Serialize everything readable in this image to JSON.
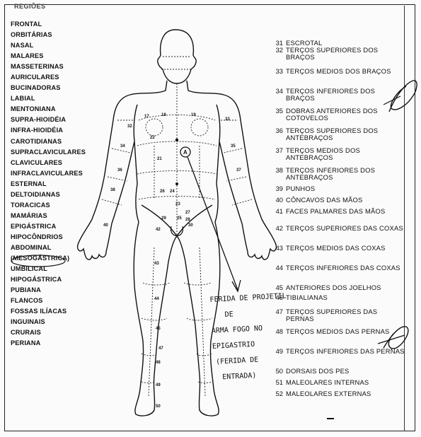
{
  "left_header": "REGIÕES",
  "left_regions": [
    "FRONTAL",
    "ORBITÁRIAS",
    "NASAL",
    "MALARES",
    "MASSETERINAS",
    "AURICULARES",
    "BUCINADORAS",
    "LABIAL",
    "MENTONIANA",
    "SUPRA-HIOIDÉIA",
    "INFRA-HIOIDÉIA",
    "CAROTIDIANAS",
    "SUPRACLAVICULARES",
    "CLAVICULARES",
    "INFRACLAVICULARES",
    "ESTERNAL",
    "DELTOIDIANAS",
    "TORACICAS",
    "MAMÁRIAS",
    "EPIGÁSTRICA",
    "HIPOCÔNDRIOS",
    "ABDOMINAL",
    "(MESOGÁSTRICA)",
    "UMBILICAL",
    "HIPOGÁSTRICA",
    "PUBIANA",
    "FLANCOS",
    "FOSSAS ILÍACAS",
    "INGUINAIS",
    "CRURAIS",
    "PERIANA"
  ],
  "right_regions": [
    {
      "num": "31",
      "text": "ESCROTAL"
    },
    {
      "num": "32",
      "text": "TERÇOS SUPERIORES DOS BRAÇOS"
    },
    {
      "num": "33",
      "text": "TERÇOS MEDIOS DOS BRAÇOS"
    },
    {
      "num": "34",
      "text": "TERÇOS INFERIORES DOS BRAÇOS"
    },
    {
      "num": "35",
      "text": "DOBRAS ANTERIORES DOS COTOVELOS"
    },
    {
      "num": "36",
      "text": "TERÇOS SUPERIORES DOS ANTEBRAÇOS"
    },
    {
      "num": "37",
      "text": "TERÇOS MEDIOS DOS ANTEBRAÇOS"
    },
    {
      "num": "38",
      "text": "TERÇOS INFERIORES DOS ANTEBRAÇOS"
    },
    {
      "num": "39",
      "text": "PUNHOS"
    },
    {
      "num": "40",
      "text": "CÔNCAVOS DAS MÃOS"
    },
    {
      "num": "41",
      "text": "FACES PALMARES DAS MÃOS"
    },
    {
      "num": "42",
      "text": "TERÇOS SUPERIORES DAS COXAS"
    },
    {
      "num": "43",
      "text": "TERÇOS MEDIOS DAS COXAS"
    },
    {
      "num": "44",
      "text": "TERÇOS INFERIORES DAS COXAS"
    },
    {
      "num": "45",
      "text": "ANTERIORES DOS JOELHOS"
    },
    {
      "num": "46",
      "text": "TIBIALIANAS"
    },
    {
      "num": "47",
      "text": "TERÇOS SUPERIORES DAS PERNAS"
    },
    {
      "num": "48",
      "text": "TERÇOS MEDIOS DAS PERNAS"
    },
    {
      "num": "49",
      "text": "TERÇOS INFERIORES DAS PERNAS"
    },
    {
      "num": "50",
      "text": "DORSAIS DOS PES"
    },
    {
      "num": "51",
      "text": "MALEOLARES INTERNAS"
    },
    {
      "num": "52",
      "text": "MALEOLARES EXTERNAS"
    }
  ],
  "handwritten_note": [
    "FERIDA DE PROJETIL",
    "DE",
    "ARMA FOGO NO",
    "EPIGASTRIO",
    "(FERIDA DE",
    "ENTRADA)"
  ],
  "wound_marker": "A",
  "body_numbers": [
    "17",
    "18",
    "19",
    "21",
    "22",
    "23",
    "24",
    "25",
    "26",
    "27",
    "28",
    "29",
    "30",
    "32",
    "33",
    "34",
    "35",
    "36",
    "37",
    "38",
    "40",
    "42",
    "43",
    "44",
    "45",
    "47",
    "48",
    "49",
    "50"
  ]
}
